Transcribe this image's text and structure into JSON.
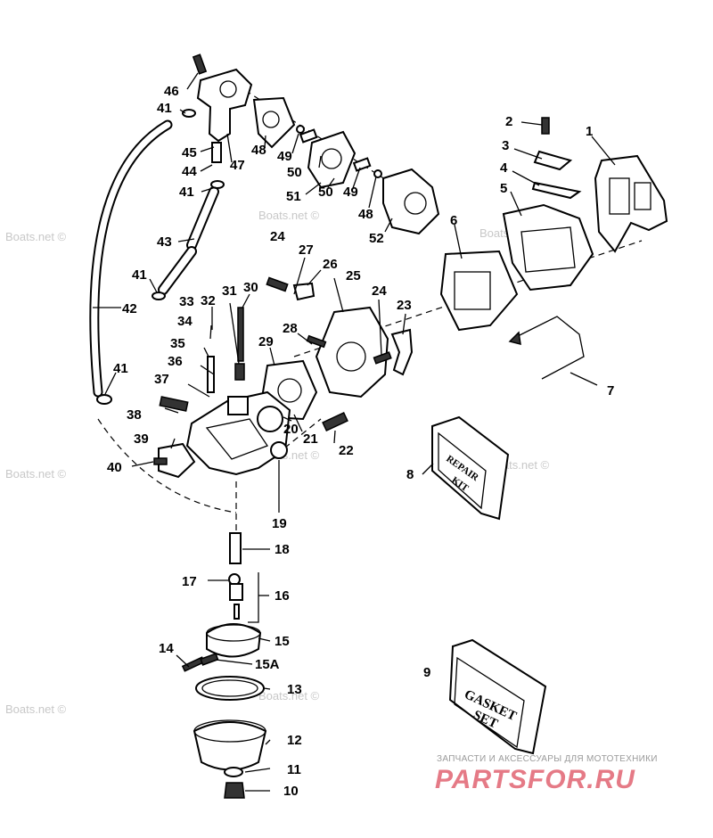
{
  "watermarks": [
    {
      "id": "wm1",
      "text": "Boats.net ©"
    },
    {
      "id": "wm2",
      "text": "Boats.net ©"
    },
    {
      "id": "wm3",
      "text": "Boats.net ©"
    },
    {
      "id": "wm4",
      "text": "Boats.net ©"
    },
    {
      "id": "wm5",
      "text": "Boats.net ©"
    },
    {
      "id": "wm6",
      "text": "Boats.net ©"
    },
    {
      "id": "wm7",
      "text": "Boats.net ©"
    },
    {
      "id": "wm8",
      "text": "Boats.net ©"
    }
  ],
  "kits": {
    "repair": {
      "line1": "REPAIR",
      "line2": "KIT"
    },
    "gasket": {
      "line1": "GASKET",
      "line2": "SET"
    }
  },
  "callouts": {
    "c1": "1",
    "c2": "2",
    "c3": "3",
    "c4": "4",
    "c5": "5",
    "c6": "6",
    "c7": "7",
    "c8": "8",
    "c9": "9",
    "c10": "10",
    "c11": "11",
    "c12": "12",
    "c13": "13",
    "c14": "14",
    "c15": "15",
    "c15a": "15A",
    "c16": "16",
    "c17": "17",
    "c18": "18",
    "c19": "19",
    "c20": "20",
    "c21": "21",
    "c22": "22",
    "c23": "23",
    "c24a": "24",
    "c24b": "24",
    "c25": "25",
    "c26": "26",
    "c27": "27",
    "c28": "28",
    "c29": "29",
    "c30": "30",
    "c31": "31",
    "c32": "32",
    "c33": "33",
    "c34": "34",
    "c35": "35",
    "c36": "36",
    "c37": "37",
    "c38": "38",
    "c39": "39",
    "c40": "40",
    "c41a": "41",
    "c41b": "41",
    "c41c": "41",
    "c41d": "41",
    "c42": "42",
    "c43": "43",
    "c44": "44",
    "c45": "45",
    "c46": "46",
    "c47": "47",
    "c48a": "48",
    "c48b": "48",
    "c49a": "49",
    "c49b": "49",
    "c50a": "50",
    "c50b": "50",
    "c51": "51",
    "c52": "52"
  },
  "footer": {
    "caption": "ЗАПЧАСТИ И АКСЕССУАРЫ ДЛЯ МОТОТЕХНИКИ",
    "logo": "PARTSFOR.RU"
  }
}
